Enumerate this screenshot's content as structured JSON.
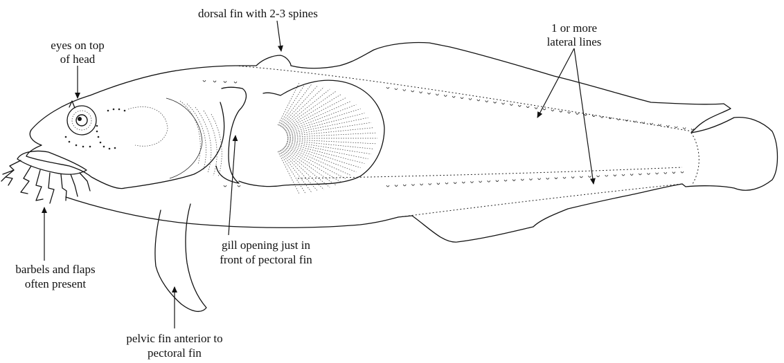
{
  "labels": {
    "dorsal_fin": "dorsal fin with 2-3 spines",
    "eyes_line1": "eyes on top",
    "eyes_line2": "of head",
    "lateral_line1": "1 or more",
    "lateral_line2": "lateral lines",
    "gill_line1": "gill opening just in",
    "gill_line2": "front of pectoral fin",
    "barbels_line1": "barbels and flaps",
    "barbels_line2": "often present",
    "pelvic_line1": "pelvic fin anterior to",
    "pelvic_line2": "pectoral fin"
  }
}
